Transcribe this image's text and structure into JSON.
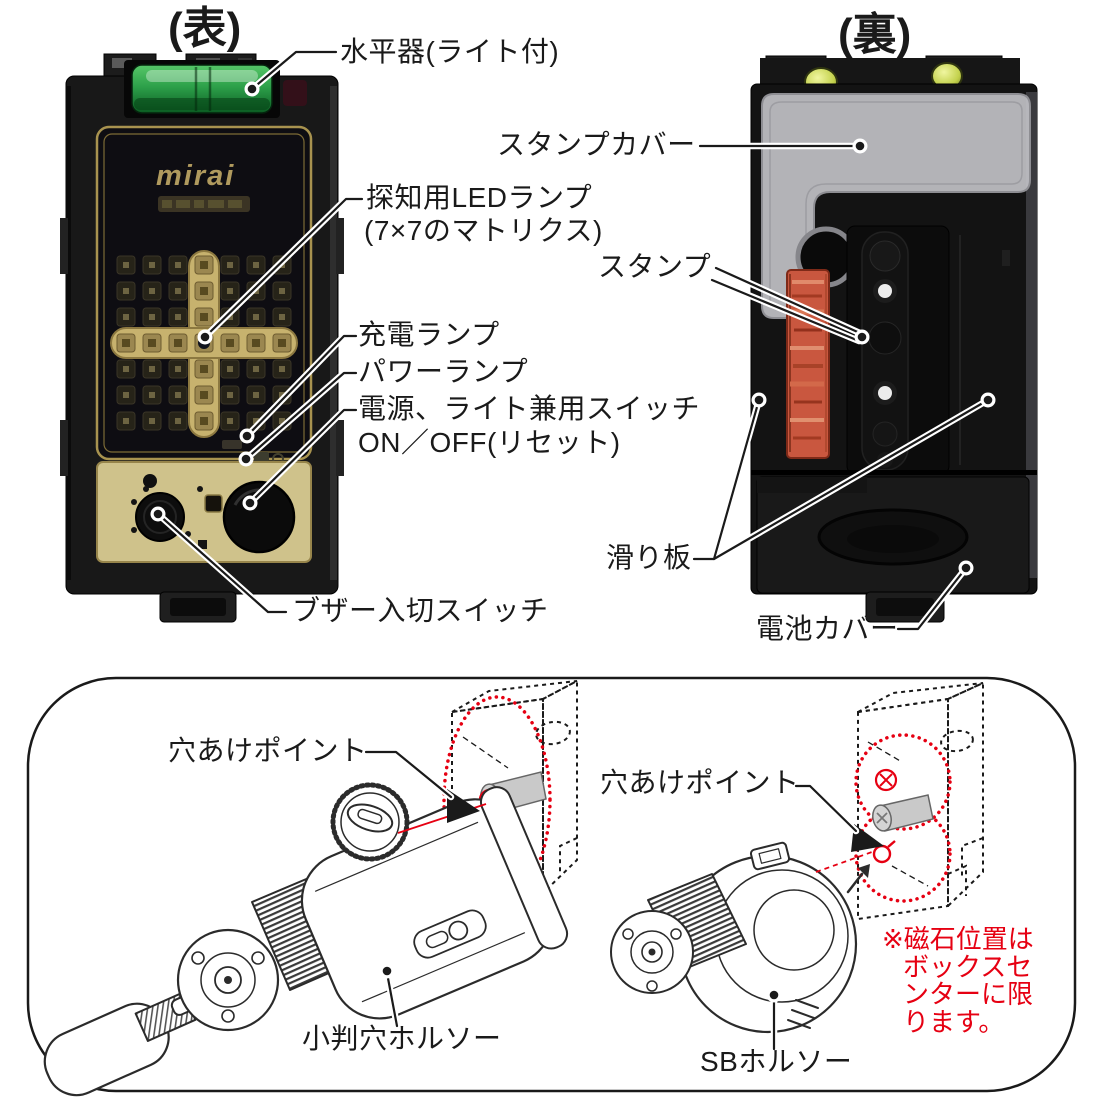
{
  "front_view": {
    "title": "(表)",
    "brand": "mirai",
    "labels": {
      "level": "水平器(ライト付)",
      "led_line1": "探知用LEDランプ",
      "led_line2": "(7×7のマトリクス)",
      "charge_lamp": "充電ランプ",
      "power_lamp": "パワーランプ",
      "switch_line1": "電源、ライト兼用スイッチ",
      "switch_line2": "ON／OFF(リセット)",
      "buzzer_switch": "ブザー入切スイッチ"
    }
  },
  "back_view": {
    "title": "(裏)",
    "labels": {
      "stamp_cover": "スタンプカバー",
      "stamp": "スタンプ",
      "slide_plate": "滑り板",
      "battery_cover": "電池カバー"
    }
  },
  "bottom_panel": {
    "left_tool": {
      "drill_point_label": "穴あけポイント",
      "tool_label": "小判穴ホルソー"
    },
    "right_tool": {
      "drill_point_label": "穴あけポイント",
      "tool_label": "SBホルソー",
      "note": "※磁石位置は\nボックスセ\nンターに限\nります。"
    }
  },
  "colors": {
    "label_text": "#1a1a1a",
    "accent_red": "#e60012",
    "device_gold": "#c7b26e",
    "level_green": "#2da04a",
    "stamp_red": "#c9573f",
    "cover_gray": "#c1c1c5"
  }
}
